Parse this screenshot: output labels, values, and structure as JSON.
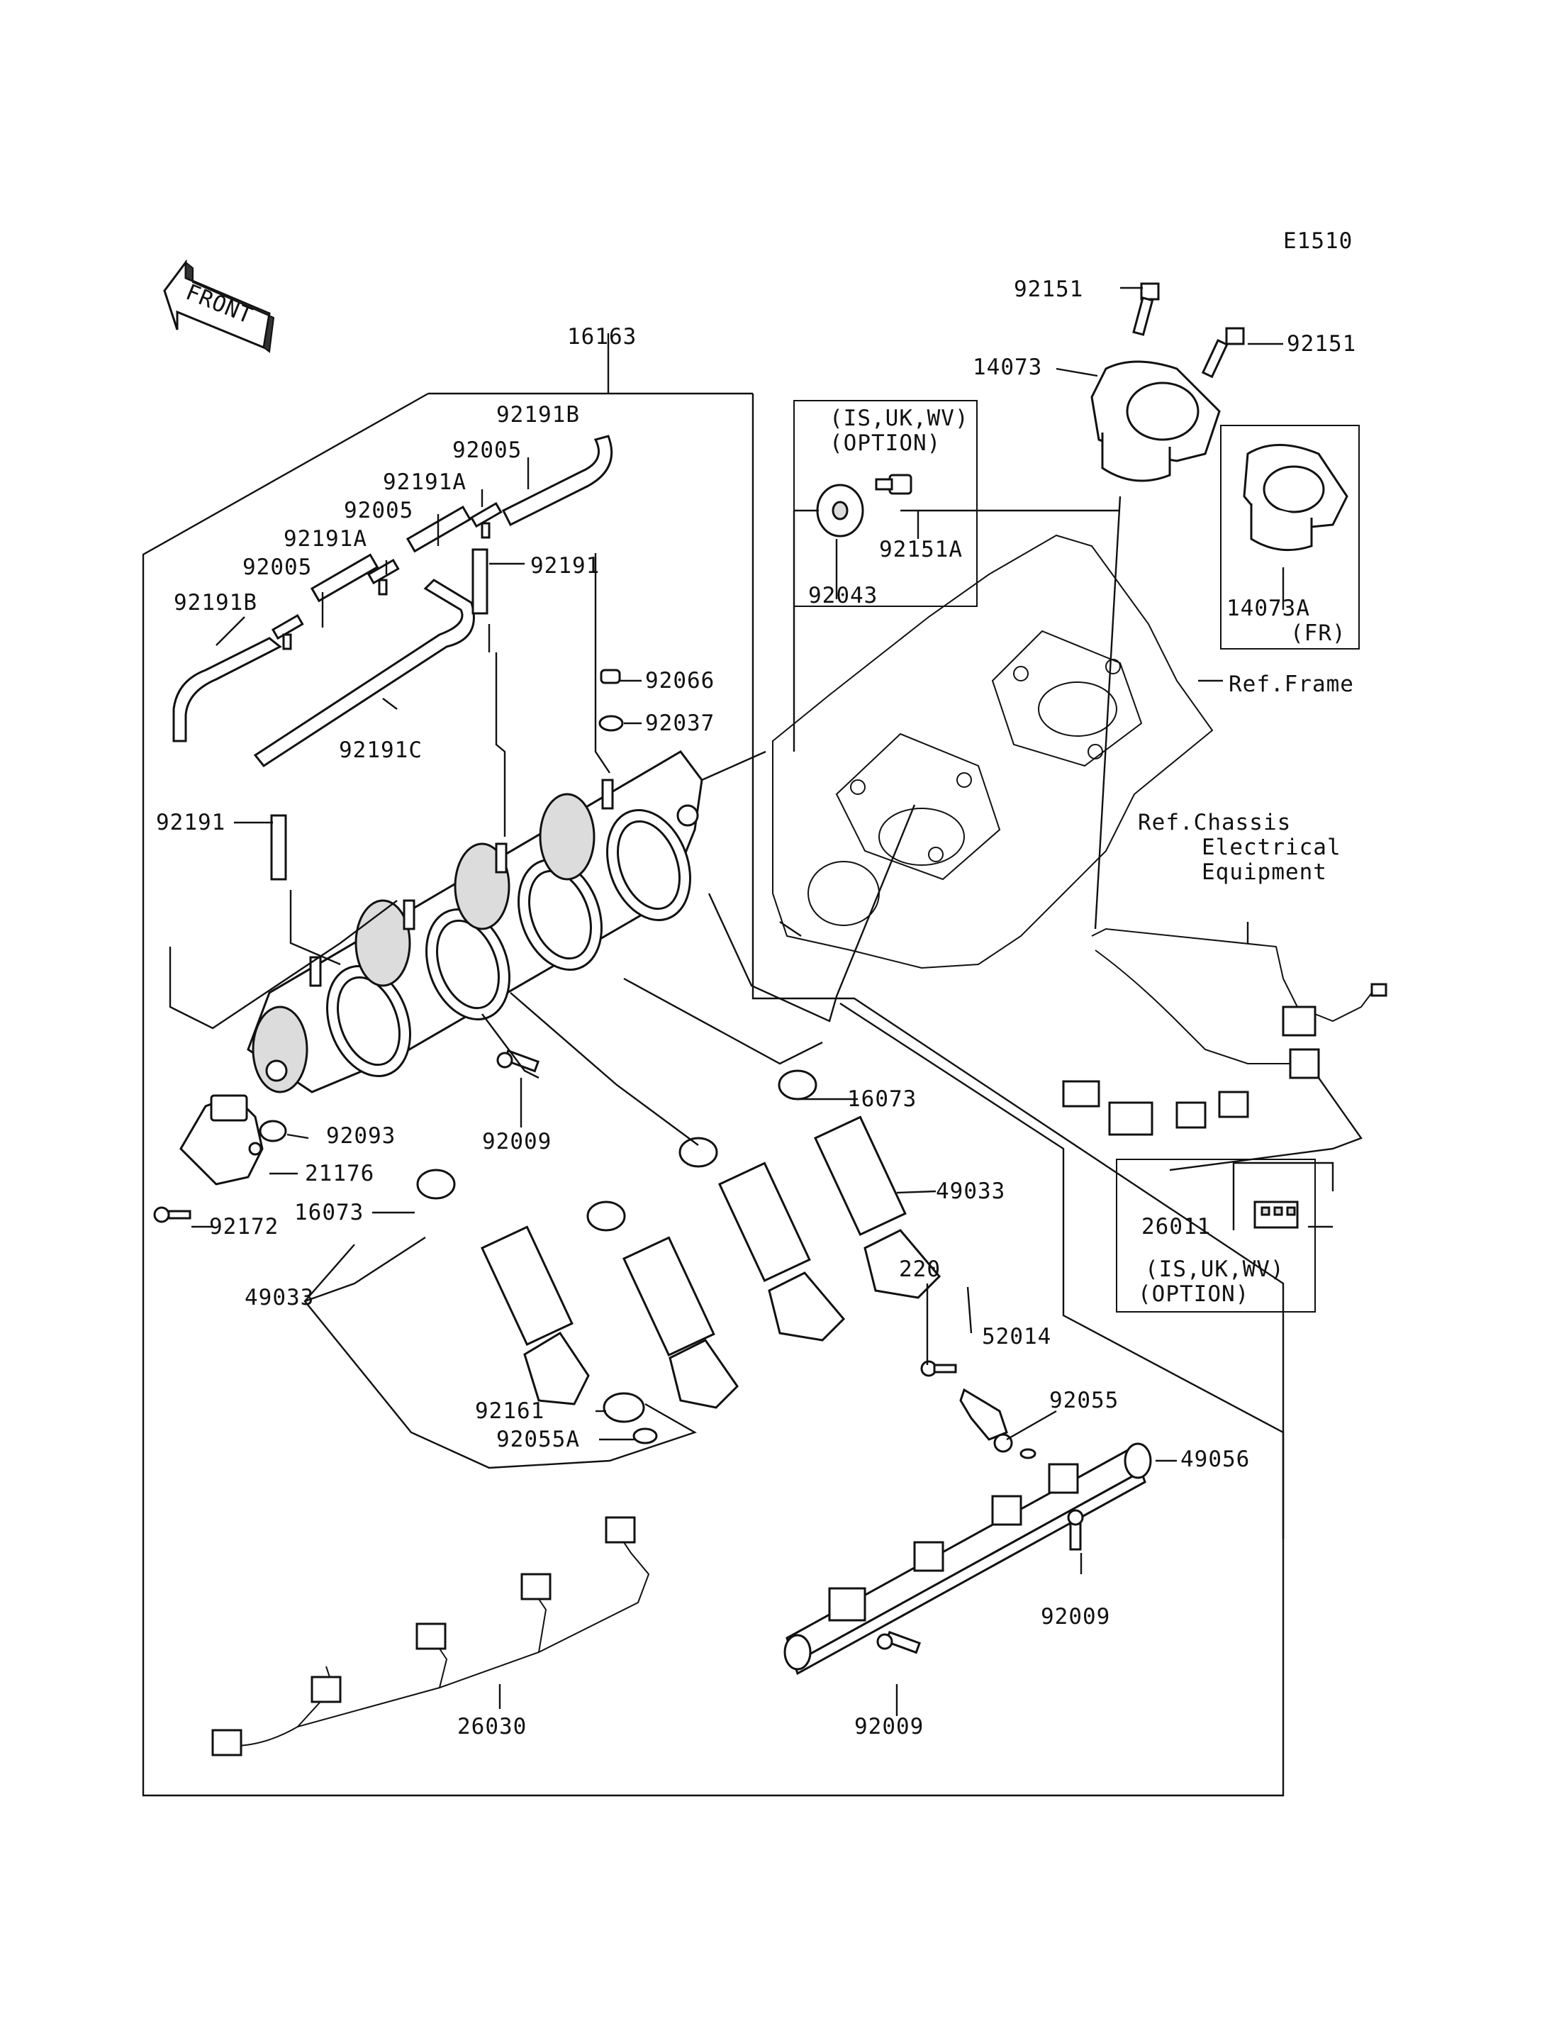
{
  "diagram_id": "E1510",
  "front_arrow": {
    "label": "FRONT",
    "icon": "front-arrow-icon"
  },
  "notes": {
    "option_top_1": "(IS,UK,WV)",
    "option_top_2": "(OPTION)",
    "option_bottom_1": "(IS,UK,WV)",
    "option_bottom_2": "(OPTION)",
    "fr": "(FR)",
    "ref_frame": "Ref.Frame",
    "ref_chassis_1": "Ref.Chassis",
    "ref_chassis_2": "Electrical",
    "ref_chassis_3": "Equipment"
  },
  "parts": {
    "p16163": "16163",
    "p92191B_a": "92191B",
    "p92005_a": "92005",
    "p92191A_a": "92191A",
    "p92005_b": "92005",
    "p92191A_b": "92191A",
    "p92005_c": "92005",
    "p92191B_b": "92191B",
    "p92191_a": "92191",
    "p92191C": "92191C",
    "p92191_b": "92191",
    "p92066": "92066",
    "p92037": "92037",
    "p92043": "92043",
    "p92151A": "92151A",
    "p92151_a": "92151",
    "p92151_b": "92151",
    "p14073": "14073",
    "p14073A": "14073A",
    "p16073_a": "16073",
    "p16073_b": "16073",
    "p92093": "92093",
    "p21176": "21176",
    "p92172": "92172",
    "p92009_a": "92009",
    "p92009_b": "92009",
    "p92009_c": "92009",
    "p49033_a": "49033",
    "p49033_b": "49033",
    "p220": "220",
    "p52014": "52014",
    "p92055": "92055",
    "p49056": "49056",
    "p92161": "92161",
    "p92055A": "92055A",
    "p26030": "26030",
    "p26011": "26011"
  }
}
